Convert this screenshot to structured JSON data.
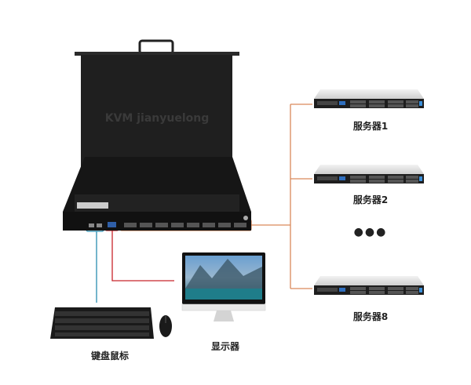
{
  "colors": {
    "server_line": "#d9895a",
    "keyboard_line": "#2a8db0",
    "monitor_line": "#c8242b"
  },
  "kvm": {
    "logo_text": "KVM jianyuelong"
  },
  "servers": [
    {
      "label": "服务器1"
    },
    {
      "label": "服务器2"
    },
    {
      "label": "服务器8"
    }
  ],
  "ellipsis": "●●●",
  "monitor": {
    "label": "显示器"
  },
  "keyboard_mouse": {
    "label": "键盘鼠标"
  }
}
